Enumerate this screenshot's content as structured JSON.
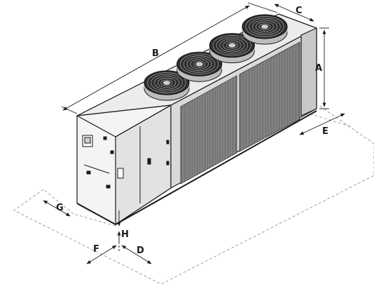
{
  "diagram": {
    "dimension_labels": {
      "A": "A",
      "B": "B",
      "C": "C",
      "D": "D",
      "E": "E",
      "F": "F",
      "G": "G",
      "H": "H"
    },
    "fan_count": 4,
    "colors": {
      "line": "#1a1a1a",
      "panel": "#f2f2f2",
      "panel_side": "#dcdcdc",
      "coil": "#6e6e6e",
      "fan": "#3a3a3a"
    }
  }
}
